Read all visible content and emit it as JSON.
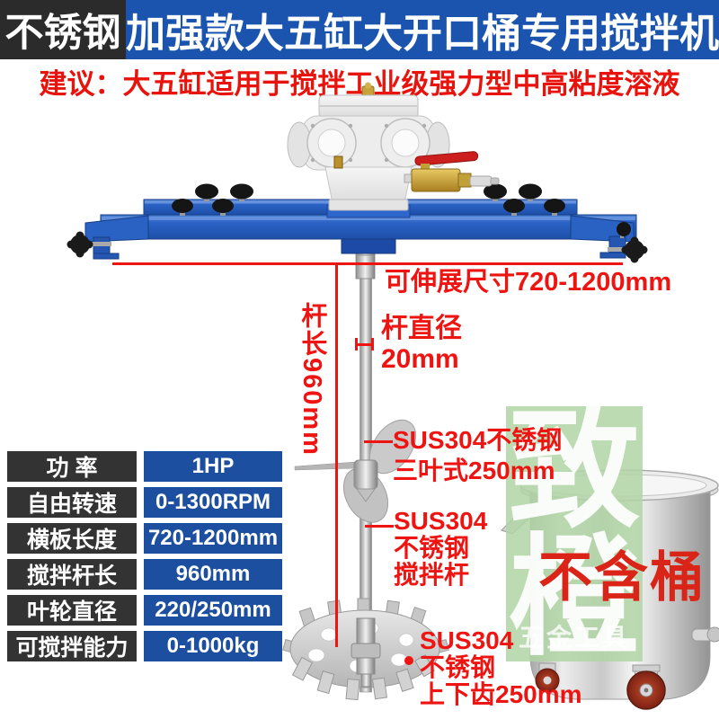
{
  "header": {
    "badge": "不锈钢",
    "title": "加强款大五缸大开口桶专用搅拌机"
  },
  "subtitle": "建议：大五缸适用于搅拌工业级强力型中高粘度溶液",
  "annotations": {
    "beam_extension": "可伸展尺寸720-1200mm",
    "rod_length": "杆长960mm",
    "rod_diameter": {
      "line1": "杆直径",
      "line2": "20mm"
    },
    "propeller": {
      "line1": "SUS304不锈钢",
      "line2": "三叶式250mm"
    },
    "shaft": {
      "line1": "SUS304",
      "line2": "不锈钢",
      "line3": "搅拌杆"
    },
    "disc": {
      "line1": "SUS304",
      "line2": "不锈钢",
      "line3": "上下齿250mm"
    },
    "bucket_note": "不含桶"
  },
  "spec_table": {
    "rows": [
      {
        "label": "功 率",
        "value": "1HP"
      },
      {
        "label": "自由转速",
        "value": "0-1300RPM"
      },
      {
        "label": "横板长度",
        "value": "720-1200mm"
      },
      {
        "label": "搅拌杆长",
        "value": "960mm"
      },
      {
        "label": "叶轮直径",
        "value": "220/250mm"
      },
      {
        "label": "可搅拌能力",
        "value": "0-1000kg"
      }
    ]
  },
  "watermark": {
    "char1": "致",
    "char2": "橙",
    "footer": "五金工具"
  },
  "colors": {
    "header_blue": "#1b54ae",
    "badge_black": "#2b2b2b",
    "beam_blue": "#2b66c9",
    "table_label_bg": "#333333",
    "table_value_bg": "#1d4fa0",
    "annotation_red": "#ee1411",
    "bucket_note_red": "#da2418",
    "watermark_green": "#b1d5a6",
    "valve_handle_red": "#cc1f1d"
  }
}
